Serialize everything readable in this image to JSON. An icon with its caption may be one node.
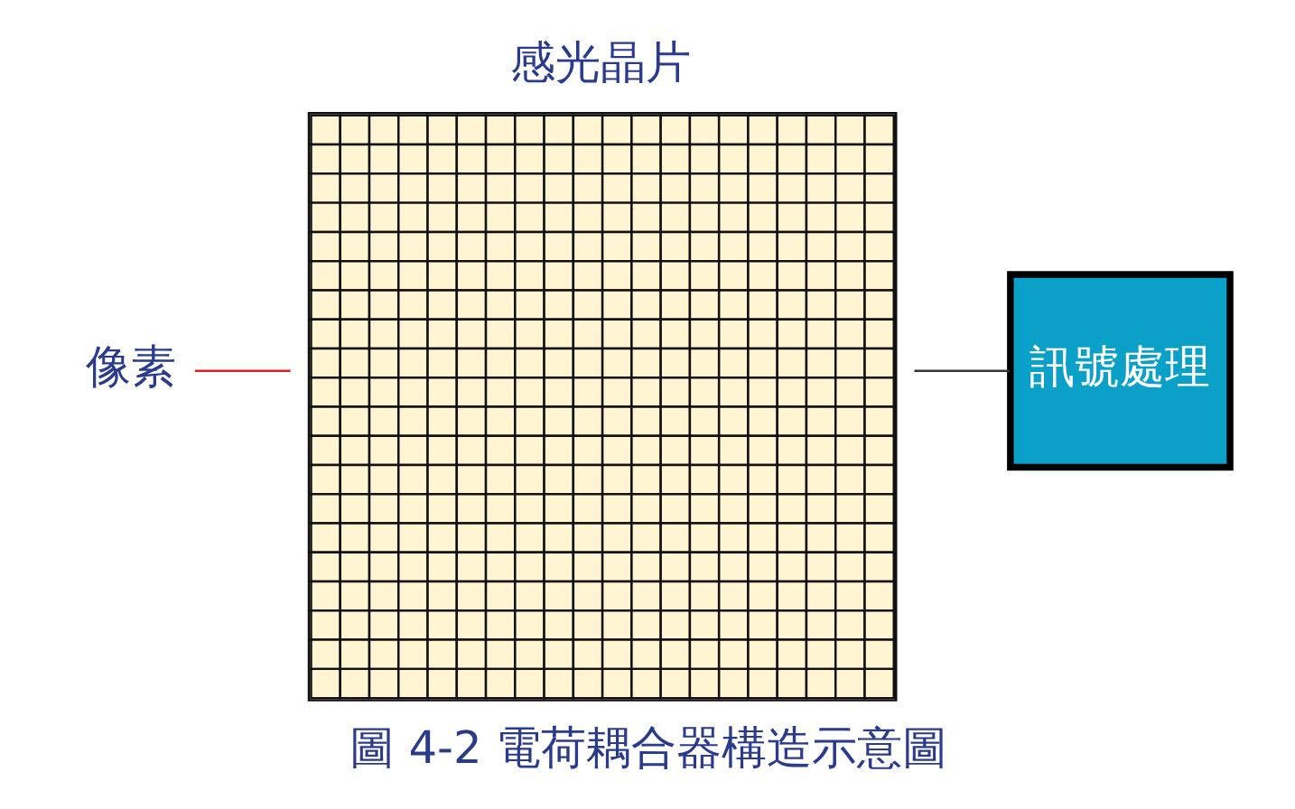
{
  "diagram": {
    "caption": "圖 4-2 電荷耦合器構造示意圖",
    "nodes": [
      {
        "text": [
          "感光晶片"
        ]
      },
      {
        "text": [
          "像素"
        ]
      },
      {
        "text": [
          "訊號處理"
        ]
      }
    ],
    "edges": [
      {
        "from": 1,
        "to": 0,
        "arrow": "none",
        "color": "#e02020"
      },
      {
        "from": 0,
        "to": 2,
        "arrow": "none",
        "color": "#333333"
      }
    ]
  }
}
